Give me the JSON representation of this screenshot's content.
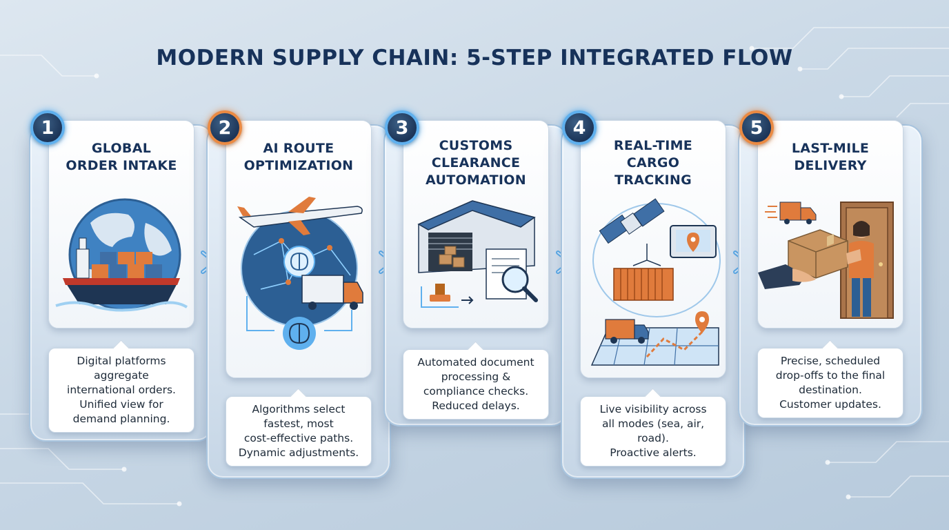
{
  "title": "MODERN SUPPLY CHAIN: 5-STEP INTEGRATED FLOW",
  "colors": {
    "navy": "#17325a",
    "accent_blue": "#5fb0ee",
    "accent_orange": "#ea8a43",
    "container_orange": "#e07b3c"
  },
  "steps": [
    {
      "number": "1",
      "title_lines": [
        "GLOBAL",
        "ORDER INTAKE"
      ],
      "description_lines": [
        "Digital platforms",
        "aggregate",
        "international orders.",
        "Unified view for",
        "demand planning."
      ],
      "icon": "globe-cargo-ship-icon",
      "badge_color": "blue"
    },
    {
      "number": "2",
      "title_lines": [
        "AI ROUTE",
        "OPTIMIZATION"
      ],
      "description_lines": [
        "Algorithms select",
        "fastest, most",
        "cost-effective paths.",
        "Dynamic adjustments."
      ],
      "icon": "airplane-ai-brain-truck-icon",
      "badge_color": "orange"
    },
    {
      "number": "3",
      "title_lines": [
        "CUSTOMS",
        "CLEARANCE",
        "AUTOMATION"
      ],
      "description_lines": [
        "Automated document",
        "processing &",
        "compliance checks.",
        "Reduced delays."
      ],
      "icon": "warehouse-document-scan-icon",
      "badge_color": "blue"
    },
    {
      "number": "4",
      "title_lines": [
        "REAL-TIME",
        "CARGO",
        "TRACKING"
      ],
      "description_lines": [
        "Live visibility across",
        "all modes (sea, air,",
        "road).",
        "Proactive alerts."
      ],
      "icon": "satellite-container-map-icon",
      "badge_color": "blue"
    },
    {
      "number": "5",
      "title_lines": [
        "LAST-MILE",
        "DELIVERY"
      ],
      "description_lines": [
        "Precise, scheduled",
        "drop-offs to the final",
        "destination.",
        "Customer updates."
      ],
      "icon": "package-handoff-door-icon",
      "badge_color": "orange"
    }
  ],
  "connector_icon": "chevron-right-arrow-icon"
}
